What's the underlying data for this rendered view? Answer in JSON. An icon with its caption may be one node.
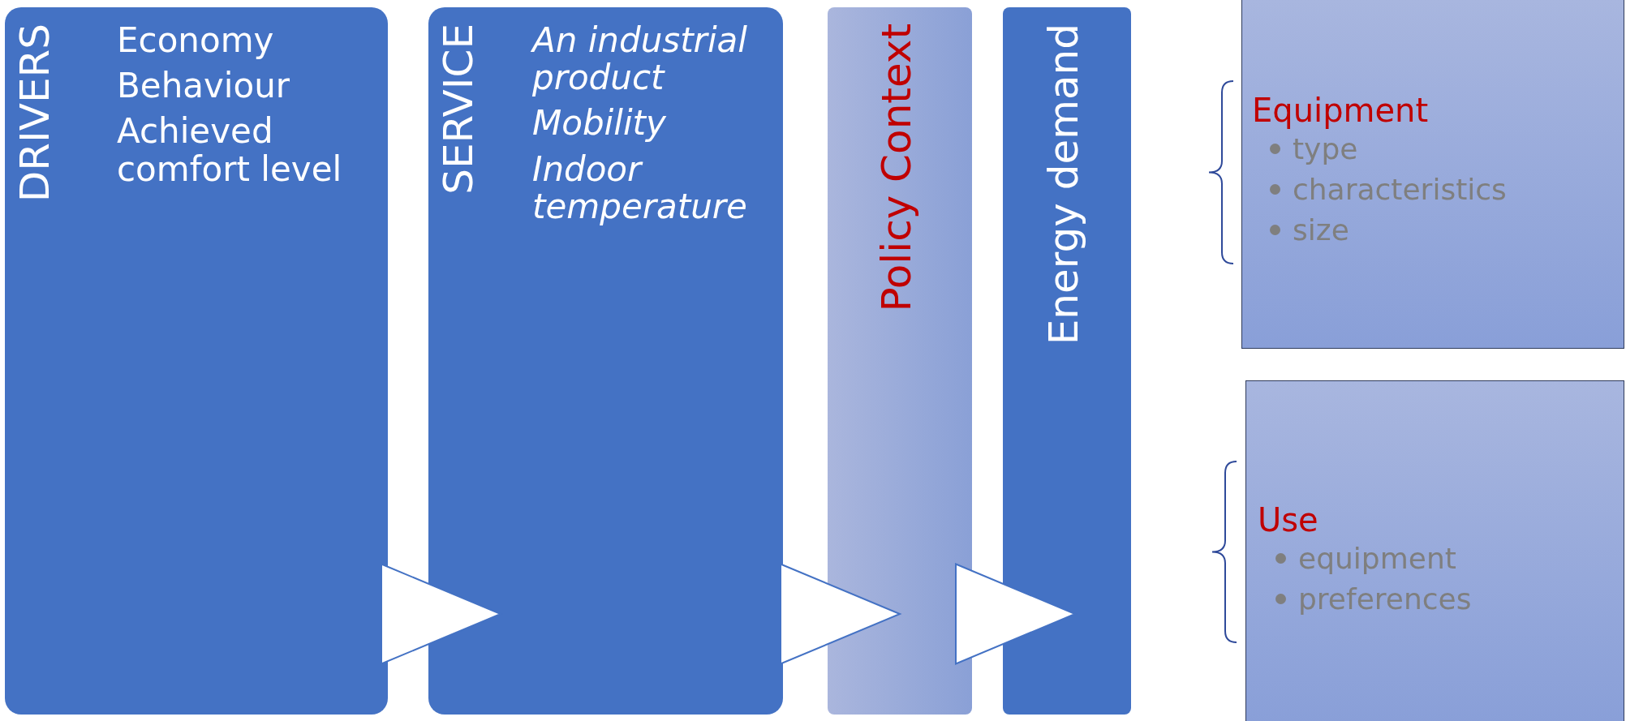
{
  "diagram": {
    "nodes": [
      {
        "text": [
          "DRIVERS",
          "Economy",
          "Behaviour",
          "Achieved comfort level"
        ]
      },
      {
        "text": [
          "SERVICE",
          "An industrial product",
          "Mobility",
          "Indoor temperature"
        ]
      },
      {
        "text": [
          "Policy Context"
        ]
      },
      {
        "text": [
          "Energy demand"
        ]
      },
      {
        "text": [
          "Equipment",
          "type",
          "characteristics",
          "size"
        ]
      },
      {
        "text": [
          "Use",
          "equipment",
          "preferences"
        ]
      }
    ],
    "edges": [
      {
        "from": 0,
        "to": 1,
        "arrow": "to"
      },
      {
        "from": 1,
        "to": 2,
        "arrow": "to"
      },
      {
        "from": 2,
        "to": 3,
        "arrow": "to"
      }
    ]
  }
}
